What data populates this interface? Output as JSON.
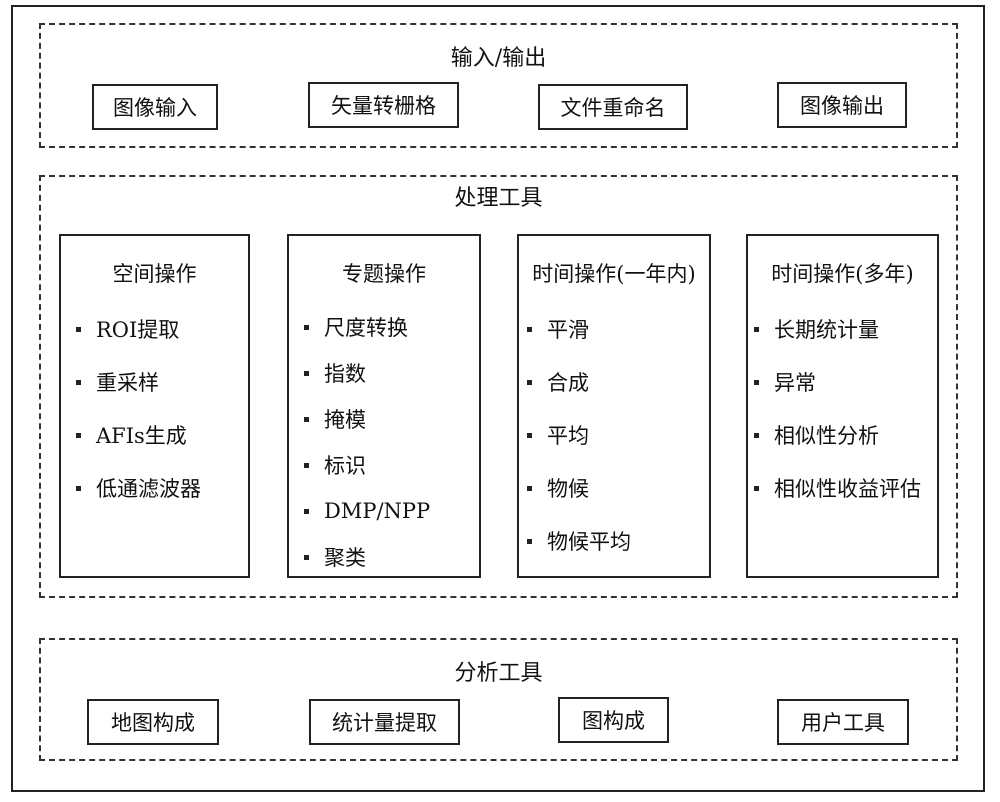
{
  "io_section": {
    "title": "输入/输出",
    "tools": [
      "图像输入",
      "矢量转栅格",
      "文件重命名",
      "图像输出"
    ]
  },
  "processing_section": {
    "title": "处理工具",
    "panels": [
      {
        "title": "空间操作",
        "items": [
          "ROI提取",
          "重采样",
          "AFIs生成",
          "低通滤波器"
        ]
      },
      {
        "title": "专题操作",
        "items": [
          "尺度转换",
          "指数",
          "掩模",
          "标识",
          "DMP/NPP",
          "聚类"
        ]
      },
      {
        "title": "时间操作(一年内)",
        "items": [
          "平滑",
          "合成",
          "平均",
          "物候",
          "物候平均"
        ]
      },
      {
        "title": "时间操作(多年)",
        "items": [
          "长期统计量",
          "异常",
          "相似性分析",
          "相似性收益评估"
        ]
      }
    ]
  },
  "analysis_section": {
    "title": "分析工具",
    "tools": [
      "地图构成",
      "统计量提取",
      "图构成",
      "用户工具"
    ]
  }
}
